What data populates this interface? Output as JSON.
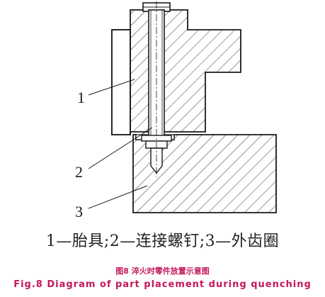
{
  "diagram": {
    "part_labels": [
      "1",
      "2",
      "3"
    ]
  },
  "legend": "1—胎具;2—连接螺钉;3—外齿圈",
  "caption": {
    "cn": "图8  淬火时零件放置示意图",
    "en": "Fig.8 Diagram of part placement during quenching"
  },
  "colors": {
    "line": "#1a1a1a",
    "caption": "#c2185b"
  }
}
